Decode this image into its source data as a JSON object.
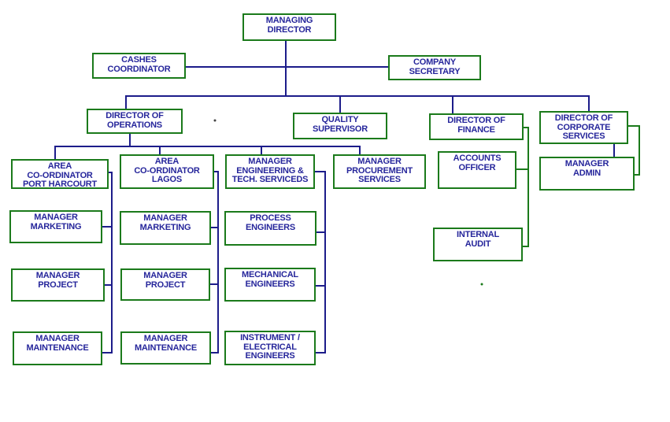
{
  "palette": {
    "navy": "#1c1c8a",
    "green": "#1b7a1b",
    "text": "#26269b",
    "bg": "#ffffff"
  },
  "org_chart": {
    "managing_director": "MANAGING\nDIRECTOR",
    "cashes_coordinator": "CASHES\nCOORDINATOR",
    "company_secretary": "COMPANY\nSECRETARY",
    "director_of_operations": "DIRECTOR OF\nOPERATIONS",
    "quality_supervisor": "QUALITY\nSUPERVISOR",
    "director_of_finance": "DIRECTOR OF\nFINANCE",
    "director_of_corporate_services": "DIRECTOR OF\nCORPORATE\nSERVICES",
    "area_coordinator_port_harcourt": "AREA\nCO-ORDINATOR\nPORT HARCOURT",
    "area_coordinator_lagos": "AREA\nCO-ORDINATOR\nLAGOS",
    "manager_engineering_tech_services": "MANAGER\nENGINEERING &\nTECH. SERVICEDS",
    "manager_procurement_services": "MANAGER\nPROCUREMENT\nSERVICES",
    "accounts_officer": "ACCOUNTS\nOFFICER",
    "internal_audit": "INTERNAL\nAUDIT",
    "manager_admin": "MANAGER\nADMIN",
    "port_harcourt_managers": {
      "marketing": "MANAGER\nMARKETING",
      "project": "MANAGER\nPROJECT",
      "maintenance": "MANAGER\nMAINTENANCE"
    },
    "lagos_managers": {
      "marketing": "MANAGER\nMARKETING",
      "project": "MANAGER\nPROJECT",
      "maintenance": "MANAGER\nMAINTENANCE"
    },
    "engineering_teams": {
      "process": "PROCESS\nENGINEERS",
      "mechanical": "MECHANICAL\nENGINEERS",
      "instrument_electrical": "INSTRUMENT /\nELECTRICAL\nENGINEERS"
    }
  }
}
